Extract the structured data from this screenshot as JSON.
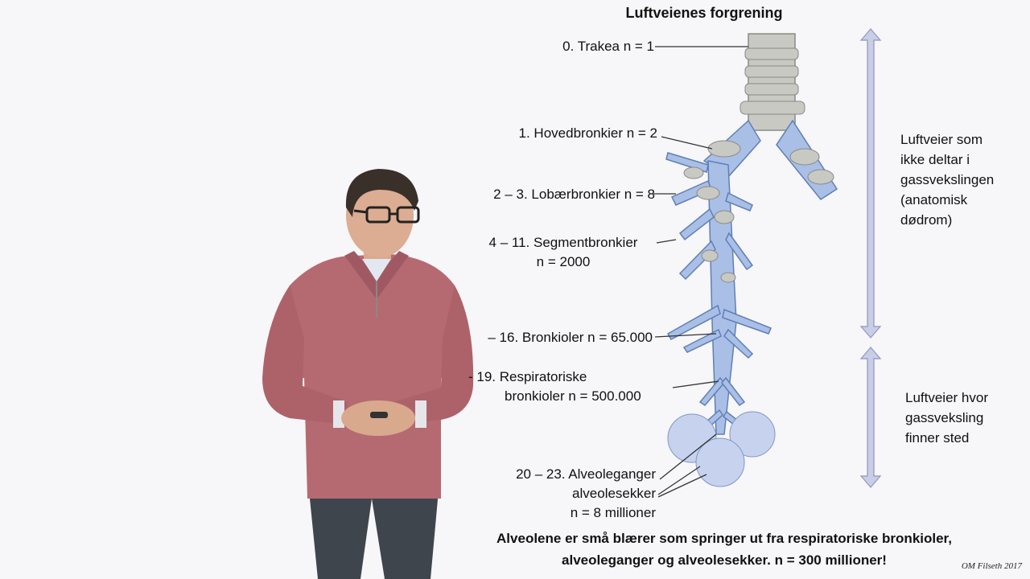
{
  "title": "Luftveienes forgrening",
  "levels": [
    {
      "text": "0. Trakea n = 1"
    },
    {
      "text": "1. Hovedbronkier n = 2"
    },
    {
      "text": "2 – 3. Lobærbronkier n =  8"
    },
    {
      "line1": "4 – 11. Segmentbronkier",
      "line2": "n = 2000"
    },
    {
      "text": "– 16. Bronkioler n = 65.000"
    },
    {
      "line1": "- 19. Respiratoriske",
      "line2": "bronkioler n = 500.000"
    },
    {
      "line1": "20 – 23. Alveoleganger",
      "line2": "alveolesekker",
      "line3": "n = 8 millioner"
    }
  ],
  "zones": [
    {
      "label": "Luftveier som ikke deltar i gassvekslingen (anatomisk dødrom)",
      "lines": [
        "Luftveier som",
        "ikke deltar i",
        "gassvekslingen",
        "(anatomisk",
        "dødrom)"
      ]
    },
    {
      "label": "Luftveier hvor gassveksling finner sted",
      "lines": [
        "Luftveier hvor",
        "gassveksling",
        "finner sted"
      ]
    }
  ],
  "footer": {
    "line1": "Alveolene er små blærer som springer ut fra respiratoriske bronkioler,",
    "line2": "alveoleganger og alveolesekker. n = 300 millioner!"
  },
  "credit": "OM Filseth 2017",
  "colors": {
    "airway": "#a9bfe6",
    "airway_stroke": "#5f7fb8",
    "cartilage": "#c9c9c4",
    "arrow": "#c9cde6",
    "sweater": "#b56a72",
    "pants": "#3f454d"
  }
}
